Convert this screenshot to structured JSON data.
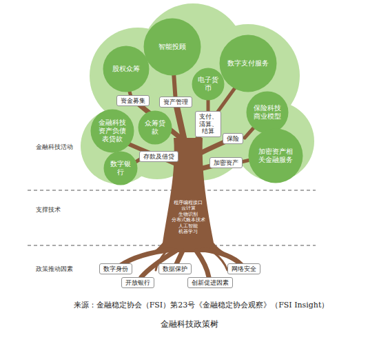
{
  "diagram": {
    "title": "金融科技政策树",
    "caption": "来源：金融稳定协会（FSI）第23号《金融稳定协会观察》（FSI Insight）",
    "nodes": [
      {
        "text": [
          "智能投顾"
        ]
      },
      {
        "text": [
          "股权众筹"
        ]
      },
      {
        "text": [
          "数字支付服务"
        ]
      },
      {
        "text": [
          "电子货币"
        ]
      },
      {
        "text": [
          "资金募集"
        ]
      },
      {
        "text": [
          "资产管理"
        ]
      },
      {
        "text": [
          "支付、 清算、 结算"
        ]
      },
      {
        "text": [
          "保险科技商业模型"
        ]
      },
      {
        "text": [
          "金融科技资产负债表贷款"
        ]
      },
      {
        "text": [
          "众筹贷款"
        ]
      },
      {
        "text": [
          "保险"
        ]
      },
      {
        "text": [
          "存款及借贷"
        ]
      },
      {
        "text": [
          "加密资产"
        ]
      },
      {
        "text": [
          "加密资产相关金融服务"
        ]
      },
      {
        "text": [
          "数字银行"
        ]
      },
      {
        "text": [
          "数字身份"
        ]
      },
      {
        "text": [
          "开放银行"
        ]
      },
      {
        "text": [
          "数据保护"
        ]
      },
      {
        "text": [
          "创新促进因素"
        ]
      },
      {
        "text": [
          "网络安全"
        ]
      }
    ],
    "labels": [
      "金融科技活动",
      "支撑技术",
      "政策推动因素",
      "程序编程接口",
      "云计算",
      "生物识别",
      "分布式账本技术",
      "人工智能",
      "机器学习"
    ]
  }
}
